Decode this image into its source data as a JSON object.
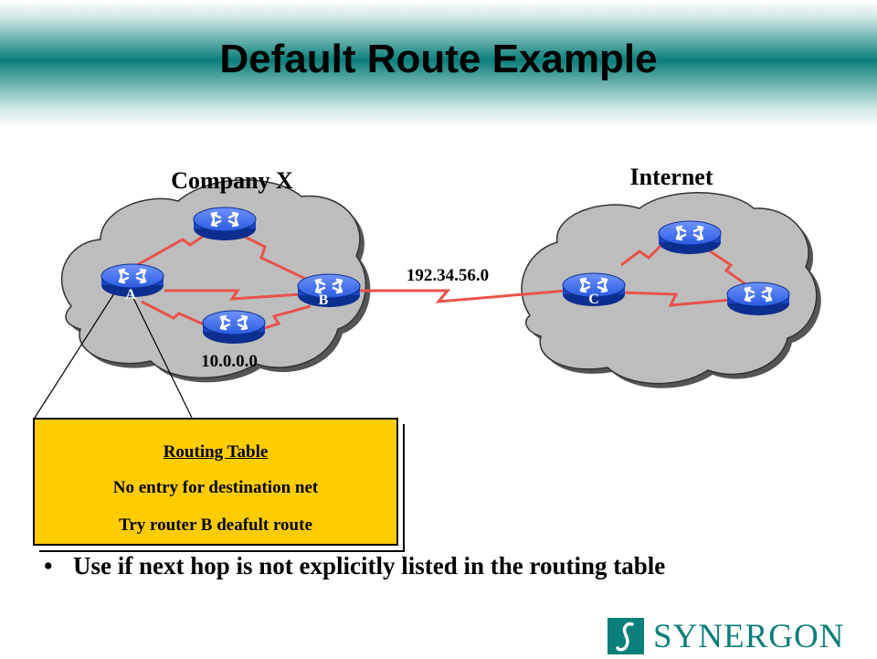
{
  "title": "Default Route Example",
  "clouds": {
    "company": "Company X",
    "internet": "Internet"
  },
  "routers": {
    "a": "A",
    "b": "B",
    "c": "C"
  },
  "networks": {
    "internal": "10.0.0.0",
    "link": "192.34.56.0"
  },
  "routing_table": {
    "title": "Routing Table",
    "line1": "No entry for destination net",
    "line2": "Try router B deafult route"
  },
  "bullet": "Use if next hop is not explicitly listed in the routing table",
  "logo_text": "SYNERGON",
  "colors": {
    "brand_teal": "#0b7f7a",
    "router_blue": "#1f4fd8",
    "link_red": "#e8524a",
    "cloud_gray": "#b8b8b8",
    "table_yellow": "#ffcc00"
  }
}
